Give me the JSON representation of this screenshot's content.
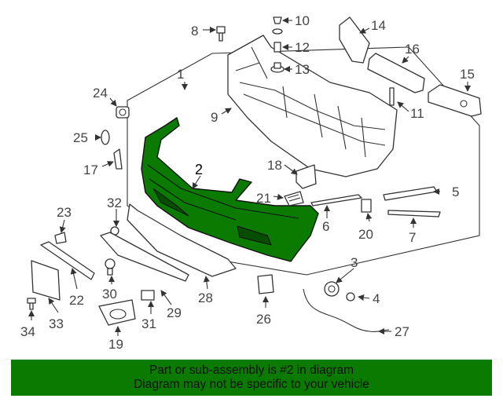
{
  "diagram": {
    "callouts": [
      "1",
      "2",
      "3",
      "4",
      "5",
      "6",
      "7",
      "8",
      "9",
      "10",
      "11",
      "12",
      "13",
      "14",
      "15",
      "16",
      "17",
      "18",
      "19",
      "20",
      "21",
      "22",
      "23",
      "24",
      "25",
      "26",
      "27",
      "28",
      "29",
      "30",
      "31",
      "32",
      "33",
      "34"
    ],
    "highlight_part": "2",
    "highlight_color": "#0a7a00"
  },
  "banner": {
    "line1": "Part or sub-assembly is #2 in diagram",
    "line2": "Diagram may not be specific to your vehicle",
    "background": "#0a7a00"
  }
}
